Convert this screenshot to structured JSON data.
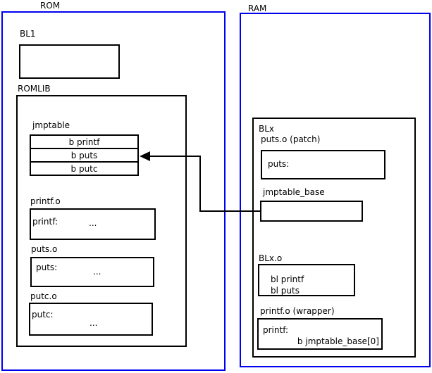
{
  "rom": {
    "label": "ROM",
    "bl1_label": "BL1",
    "romlib_label": "ROMLIB",
    "jmptable": {
      "label": "jmptable",
      "rows": [
        "b printf",
        "b puts",
        "b putc"
      ]
    },
    "objects": [
      {
        "label": "printf.o",
        "symbol": "printf:",
        "body": "..."
      },
      {
        "label": "puts.o",
        "symbol": "puts:",
        "body": "..."
      },
      {
        "label": "putc.o",
        "symbol": "putc:",
        "body": "..."
      }
    ]
  },
  "ram": {
    "label": "RAM",
    "blx_label": "BLx",
    "puts_patch": {
      "label": "puts.o (patch)",
      "symbol": "puts:"
    },
    "jmptable_base_label": "jmptable_base",
    "blx_o": {
      "label": "BLx.o",
      "lines": [
        "bl printf",
        "bl puts"
      ]
    },
    "printf_wrapper": {
      "label": "printf.o (wrapper)",
      "symbol": "printf:",
      "body": "b jmptable_base[0]"
    }
  },
  "arrow": {
    "from": "jmptable_base",
    "to": "jmptable b puts"
  },
  "colors": {
    "region_border": "#0000ee",
    "box_border": "#000000",
    "arrow": "#000000",
    "background": "#ffffff",
    "text": "#000000"
  }
}
